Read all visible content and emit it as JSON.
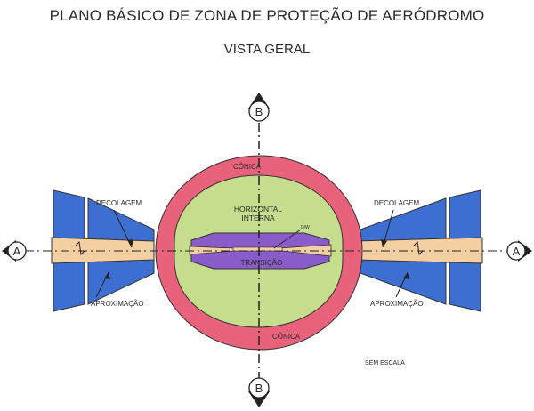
{
  "title": "PLANO BÁSICO DE ZONA DE PROTEÇÃO DE AERÓDROMO",
  "subtitle": "VISTA GERAL",
  "labels": {
    "conica_top": "CÔNICA",
    "conica_bottom": "CÔNICA",
    "horizontal_line1": "HORIZONTAL",
    "horizontal_line2": "INTERNA",
    "transicao": "TRANSIÇÃO",
    "pista": "D/W",
    "decolagem_left": "DECOLAGEM",
    "decolagem_right": "DECOLAGEM",
    "aproximacao_left": "APROXIMAÇÃO",
    "aproximacao_right": "APROXIMAÇÃO",
    "sem_escala": "SEM ESCALA"
  },
  "section_markers": {
    "a_left": "A",
    "a_right": "A",
    "b_top": "B",
    "b_bottom": "B"
  },
  "colors": {
    "conica": "#e9627c",
    "horizontal_interna": "#c5dd8c",
    "transicao": "#8a5cc9",
    "decolagem": "#f3cfa1",
    "aproximacao": "#3d6fd3",
    "outline": "#333333"
  }
}
